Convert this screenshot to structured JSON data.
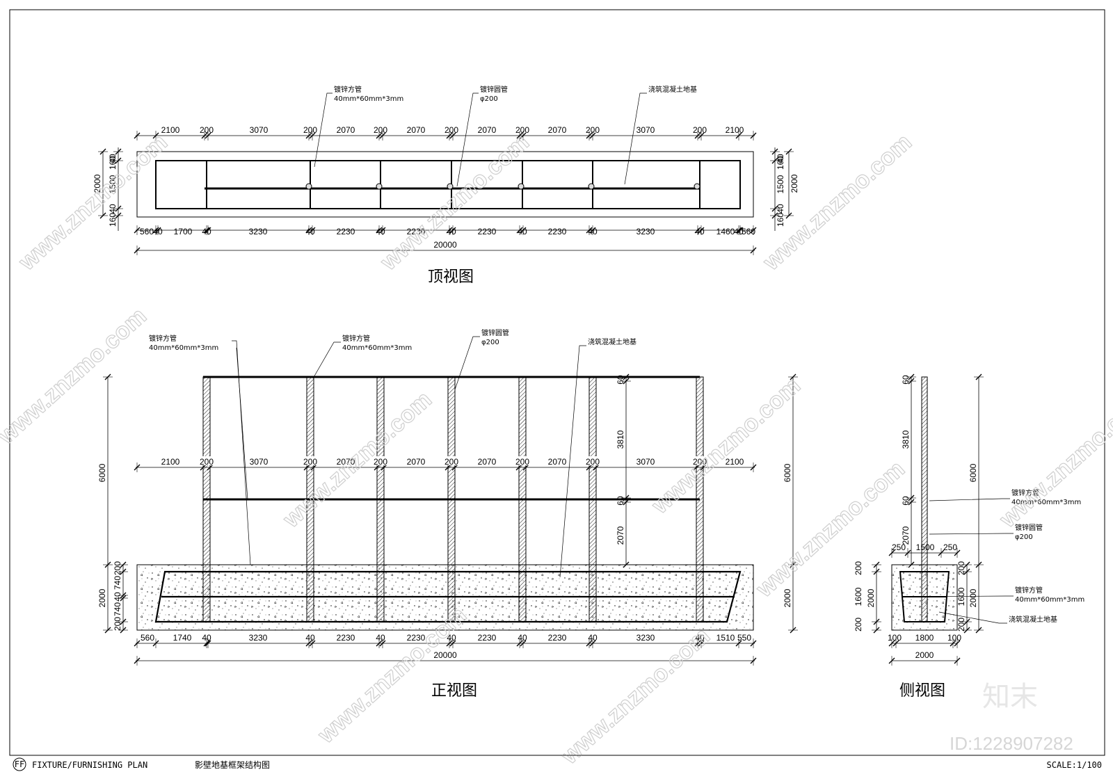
{
  "drawing": {
    "code": "FF",
    "plan_type": "FIXTURE/FURNISHING PLAN",
    "title_cn": "影壁地基框架结构图",
    "scale": "SCALE:1/100"
  },
  "watermark": {
    "site": "www.znzmo.com",
    "brand_cn": "知末",
    "id_label": "ID:1228907282"
  },
  "top_view": {
    "title": "顶视图",
    "top_dims": [
      "2100",
      "200",
      "3070",
      "200",
      "2070",
      "200",
      "2070",
      "200",
      "2070",
      "200",
      "2070",
      "200",
      "3070",
      "200",
      "2100"
    ],
    "bottom_dims": [
      "560",
      "40",
      "1700",
      "40",
      "3230",
      "40",
      "2230",
      "40",
      "2230",
      "40",
      "2230",
      "40",
      "2230",
      "40",
      "3230",
      "40",
      "1460",
      "40",
      "560"
    ],
    "total": "20000",
    "left_dims": [
      "2000",
      "160",
      "40",
      "1500",
      "40",
      "160"
    ],
    "right_dims": [
      "2000",
      "160",
      "40",
      "1500",
      "40",
      "160"
    ],
    "callouts": [
      {
        "line1": "镀锌方管",
        "line2": "40mm*60mm*3mm"
      },
      {
        "line1": "镀锌圆管",
        "line2": "φ200"
      },
      {
        "line1": "浇筑混凝土地基",
        "line2": ""
      }
    ]
  },
  "front_view": {
    "title": "正视图",
    "mid_dims": [
      "2100",
      "200",
      "3070",
      "200",
      "2070",
      "200",
      "2070",
      "200",
      "2070",
      "200",
      "2070",
      "200",
      "3070",
      "200",
      "2100"
    ],
    "bottom_dims": [
      "560",
      "1740",
      "40",
      "3230",
      "40",
      "2230",
      "40",
      "2230",
      "40",
      "2230",
      "40",
      "2230",
      "40",
      "3230",
      "40",
      "1510",
      "550"
    ],
    "total": "20000",
    "left_outer": [
      "6000",
      "2000"
    ],
    "left_inner": [
      "200",
      "740",
      "40",
      "740",
      "200"
    ],
    "left_inner_small": [
      "40",
      "40"
    ],
    "right_outer": [
      "6000",
      "2000"
    ],
    "inner_vertical": [
      "60",
      "3810",
      "60",
      "2070"
    ],
    "callouts": [
      {
        "line1": "镀锌方管",
        "line2": "40mm*60mm*3mm"
      },
      {
        "line1": "镀锌方管",
        "line2": "40mm*60mm*3mm"
      },
      {
        "line1": "镀锌圆管",
        "line2": "φ200"
      },
      {
        "line1": "浇筑混凝土地基",
        "line2": ""
      }
    ]
  },
  "side_view": {
    "title": "侧视图",
    "top_dims": [
      "250",
      "1500",
      "250"
    ],
    "bottom_dims": [
      "100",
      "1800",
      "100"
    ],
    "total": "2000",
    "left_dims": [
      "2000",
      "200",
      "1600",
      "200"
    ],
    "right_dims": [
      "6000",
      "200",
      "1600",
      "2000",
      "200"
    ],
    "post_dims": [
      "60",
      "3810",
      "60",
      "2070"
    ],
    "callouts": [
      {
        "line1": "镀锌方管",
        "line2": "40mm*60mm*3mm"
      },
      {
        "line1": "镀锌圆管",
        "line2": "φ200"
      },
      {
        "line1": "镀锌方管",
        "line2": "40mm*60mm*3mm"
      },
      {
        "line1": "浇筑混凝土地基",
        "line2": ""
      }
    ]
  }
}
